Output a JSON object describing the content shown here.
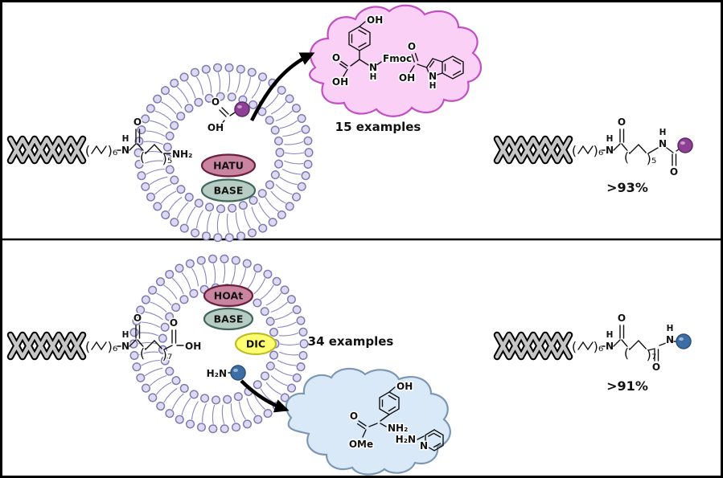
{
  "figure": {
    "top": {
      "substrate": {
        "paren_open_6": "(",
        "paren_close_6": ")₆",
        "amide_h": "H",
        "amide_n": "N",
        "carbonyl_o": "O",
        "paren_open_5": "(",
        "paren_close_5": ")₅",
        "amine": "NH₂"
      },
      "acid": {
        "carbonyl_o": "O",
        "hydroxyl": "OH"
      },
      "reagents": {
        "coupling_agent": "HATU",
        "base": "BASE"
      },
      "cloud": {
        "examples": "15 examples",
        "fmoc_tyrosine": {
          "phenol_oh": "OH",
          "fmoc": "Fmoc",
          "n": "N",
          "h": "H",
          "carbonyl_o": "O",
          "acid_oh": "OH"
        },
        "indole_acid": {
          "carbonyl_o": "O",
          "acid_oh": "OH",
          "n": "N",
          "h": "H"
        }
      },
      "product": {
        "paren_open_6": "(",
        "paren_close_6": ")₆",
        "amide1_h": "H",
        "amide1_n": "N",
        "carbonyl1_o": "O",
        "paren_open_5": "(",
        "paren_close_5": ")₅",
        "amide2_h": "H",
        "amide2_n": "N",
        "carbonyl2_o": "O",
        "yield": ">93%"
      }
    },
    "bottom": {
      "substrate": {
        "paren_open_6": "(",
        "paren_close_6": ")₆",
        "amide_h": "H",
        "amide_n": "N",
        "carbonyl1_o": "O",
        "paren_open_7": "(",
        "paren_close_7": ")₇",
        "carbonyl2_o": "O",
        "acid_oh": "OH"
      },
      "reagents": {
        "activator": "HOAt",
        "base": "BASE",
        "carbodiimide": "DIC"
      },
      "amine": {
        "label": "H₂N"
      },
      "examples": "34 examples",
      "cloud": {
        "tyrosine_ester": {
          "phenol_oh": "OH",
          "amine": "NH₂",
          "carbonyl_o": "O",
          "ester": "OMe"
        },
        "aminopyridine": {
          "amine": "H₂N",
          "ring_n": "N"
        }
      },
      "product": {
        "paren_open_6": "(",
        "paren_close_6": ")₆",
        "amide1_h": "H",
        "amide1_n": "N",
        "carbonyl1_o": "O",
        "paren_open_7": "(",
        "paren_close_7": ")₇",
        "carbonyl2_o": "O",
        "amide2_h": "H",
        "amide2_n": "N",
        "yield": ">91%"
      }
    },
    "colors": {
      "purple_sphere": "#8e3f96",
      "blue_sphere": "#3c6ea5",
      "hatu_fill": "#c9849f",
      "hatu_stroke": "#6b1f3c",
      "base_fill": "#b7cdc4",
      "base_stroke": "#3f665d",
      "dic_fill": "#ffff72",
      "dic_stroke": "#bdbd2a",
      "pink_cloud_fill": "#fbd0f7",
      "pink_cloud_stroke": "#c14fc1",
      "blue_cloud_fill": "#d9e9f8",
      "blue_cloud_stroke": "#7c97b4",
      "micelle_bead": "#ddd9f1"
    }
  }
}
